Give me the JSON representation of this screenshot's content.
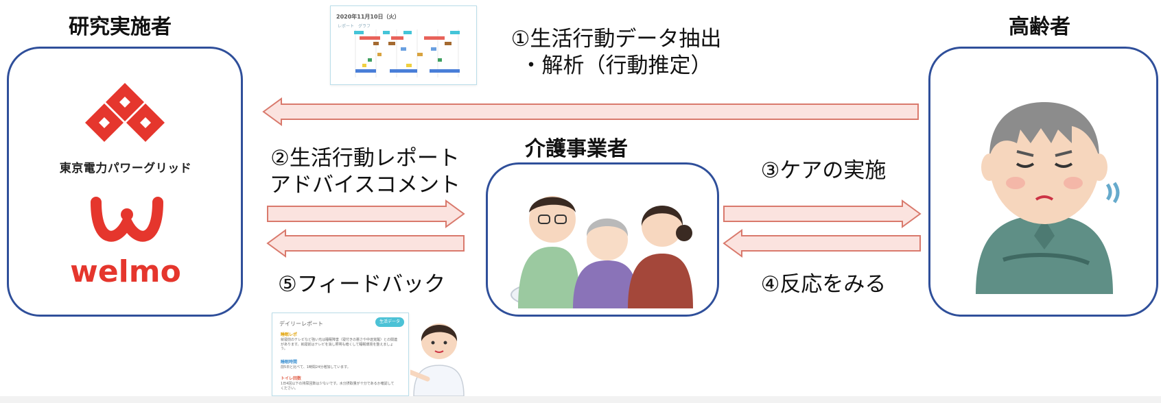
{
  "actors": {
    "researcher": "研究実施者",
    "elderly": "高齢者",
    "caregiver": "介護事業者"
  },
  "steps": {
    "step1_line1": "①生活行動データ抽出",
    "step1_line2": "・解析（行動推定）",
    "step2_line1": "②生活行動レポート",
    "step2_line2": "アドバイスコメント",
    "step3": "③ケアの実施",
    "step4": "④反応をみる",
    "step5": "⑤フィードバック"
  },
  "logos": {
    "tepco_grid": "東京電力パワーグリッド",
    "welmo": "welmo"
  },
  "thumbnail": {
    "date": "2020年11月10日（火）",
    "tabs": "レポート　グラフ"
  },
  "daily_report": {
    "title": "デイリーレポート",
    "button": "生活データ",
    "sections": [
      "睡眠レポ",
      "睡眠時間",
      "トイレ回数"
    ],
    "lines": [
      "就寝前のテレビなど強い光は睡眠障害（寝付きの悪さや中途覚醒）との関連があります。就寝前はテレビを消し照明も暗くして睡眠環境を整えましょう。",
      "前5日と比べて、1時間24分増加しています。",
      "1日4回以下の排尿回数は少ないです。水分摂取量が十分であるか確認してください。"
    ]
  },
  "colors": {
    "box_border": "#2f4f9a",
    "arrow_fill": "#fbe3df",
    "arrow_stroke": "#d9796c",
    "brand_red": "#e5362d"
  }
}
